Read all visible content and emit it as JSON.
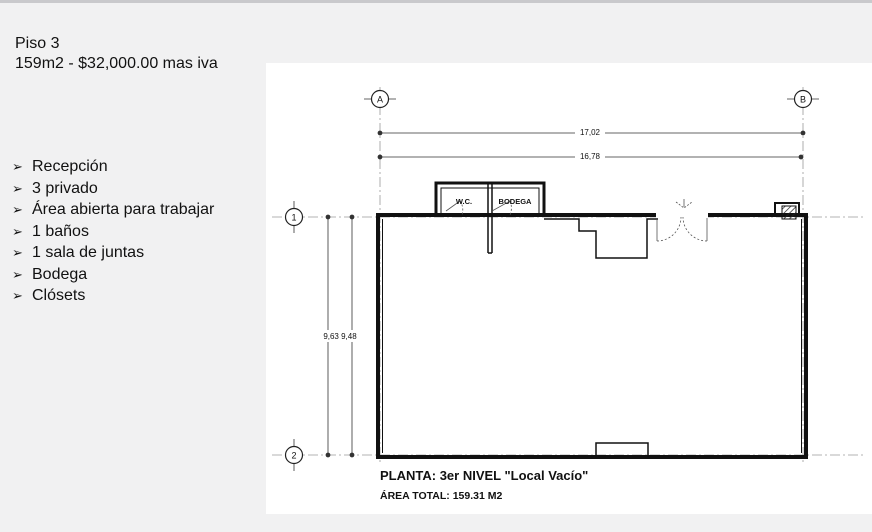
{
  "header": {
    "floor": "Piso 3",
    "summary": "159m2 - $32,000.00 mas iva"
  },
  "amenities": [
    "Recepción",
    "3 privado",
    "Área abierta para trabajar",
    "1 baños",
    "1 sala de juntas",
    "Bodega",
    "Clósets"
  ],
  "bullet_glyph": "➢",
  "plan": {
    "grid_a": "A",
    "grid_b": "B",
    "grid_1": "1",
    "grid_2": "2",
    "dim_outer_width": "17,02",
    "dim_inner_width": "16,78",
    "dim_heights": "9,63 9,48",
    "room_wc": "W.C.",
    "room_bodega": "BODEGA",
    "title": "PLANTA: 3er NIVEL \"Local Vacío\"",
    "area_total": "ÁREA TOTAL: 159.31 M2"
  }
}
